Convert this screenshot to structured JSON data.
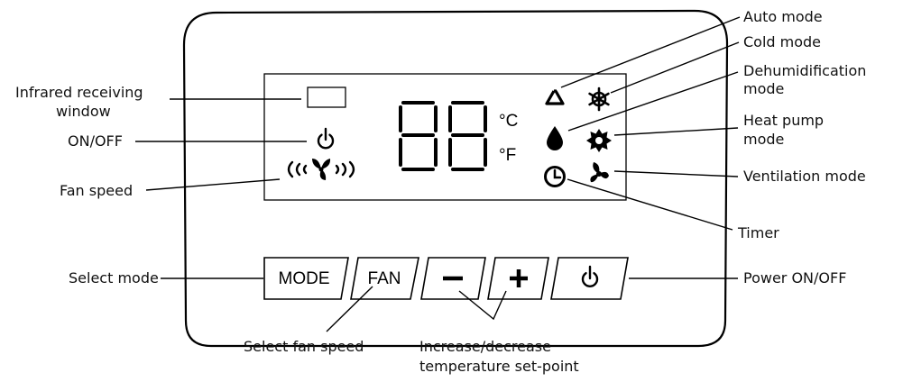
{
  "display": {
    "unit_c": "°C",
    "unit_f": "°F"
  },
  "buttons": {
    "mode": "MODE",
    "fan": "FAN",
    "decrease": "minus-icon",
    "increase": "plus-icon",
    "power": "power-icon"
  },
  "icons": {
    "power_indicator": "power-icon",
    "fan_speed": "fan-speed-icon",
    "auto_mode": "recycle-triangle-icon",
    "cold_mode": "snowflake-icon",
    "dehumidification_mode": "water-drop-icon",
    "heat_pump_mode": "sun-gear-icon",
    "ventilation_mode": "fan-icon",
    "timer": "clock-icon"
  },
  "labels": {
    "infrared_line1": "Infrared receiving",
    "infrared_line2": "window",
    "on_off": "ON/OFF",
    "fan_speed": "Fan speed",
    "select_mode": "Select mode",
    "select_fan_speed": "Select fan speed",
    "inc_dec_line1": "Increase/decrease",
    "inc_dec_line2": "temperature set-point",
    "auto_mode": "Auto mode",
    "cold_mode": "Cold mode",
    "dehum_line1": "Dehumidification",
    "dehum_line2": "mode",
    "heat_line1": "Heat pump",
    "heat_line2": "mode",
    "ventilation_mode": "Ventilation mode",
    "timer": "Timer",
    "power_on_off": "Power ON/OFF"
  }
}
